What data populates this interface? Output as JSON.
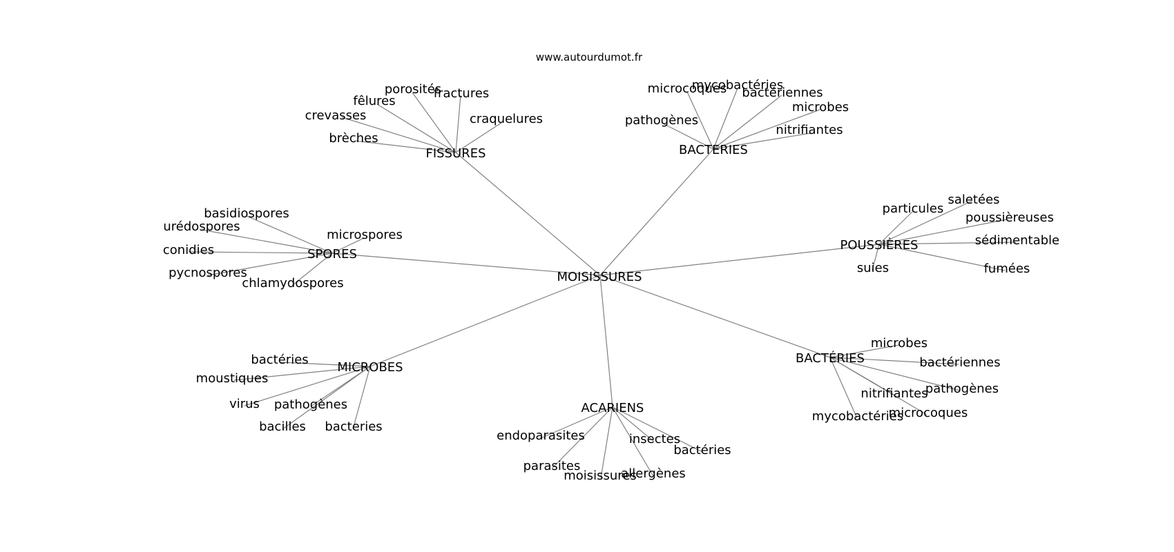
{
  "site": "www.autourdumot.fr",
  "center": "MOISISSURES",
  "colors": {
    "edge": "#808080",
    "text": "#000000",
    "background": "#ffffff"
  },
  "groups": [
    {
      "id": "fissures",
      "label": "FISSURES",
      "children": [
        "porosités",
        "fractures",
        "fêlures",
        "crevasses",
        "craquelures",
        "brèches"
      ]
    },
    {
      "id": "bacteries-top",
      "label": "BACTERIES",
      "children": [
        "microcoques",
        "mycobactéries",
        "bactériennes",
        "microbes",
        "pathogènes",
        "nitrifiantes"
      ]
    },
    {
      "id": "spores",
      "label": "SPORES",
      "children": [
        "basidiospores",
        "urédospores",
        "microspores",
        "conidies",
        "pycnospores",
        "chlamydospores"
      ]
    },
    {
      "id": "poussieres",
      "label": "POUSSIÈRES",
      "children": [
        "saletées",
        "particules",
        "poussièreuses",
        "sédimentable",
        "suies",
        "fumées"
      ]
    },
    {
      "id": "microbes",
      "label": "MICROBES",
      "children": [
        "bactéries",
        "moustiques",
        "virus",
        "pathogènes",
        "bacilles",
        "bacteries"
      ]
    },
    {
      "id": "bacteries-right",
      "label": "BACTÉRIES",
      "children": [
        "microbes",
        "bactériennes",
        "pathogènes",
        "nitrifiantes",
        "microcoques",
        "mycobactéries"
      ]
    },
    {
      "id": "acariens",
      "label": "ACARIENS",
      "children": [
        "endoparasites",
        "insectes",
        "bactéries",
        "parasites",
        "allergènes",
        "moisissures"
      ]
    }
  ]
}
